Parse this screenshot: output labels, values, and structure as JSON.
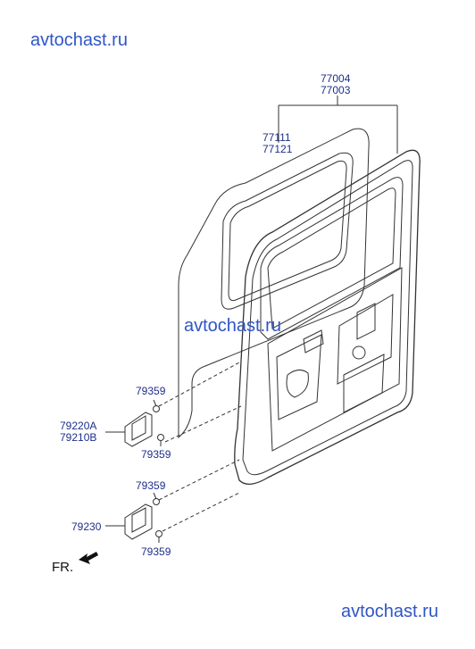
{
  "watermarks": [
    "avtochast.ru",
    "avtochast.ru",
    "avtochast.ru"
  ],
  "parts": {
    "door_assembly": [
      "77004",
      "77003"
    ],
    "door_frame": [
      "77111",
      "77121"
    ],
    "upper_bolt_top": "79359",
    "upper_hinge": [
      "79220A",
      "79210B"
    ],
    "upper_bolt_bottom": "79359",
    "lower_bolt_top": "79359",
    "lower_hinge": "79230",
    "lower_bolt_bottom": "79359"
  },
  "direction_label": "FR.",
  "colors": {
    "label": "#1d2f8a",
    "watermark": "#2f56c7",
    "line": "#333333"
  }
}
